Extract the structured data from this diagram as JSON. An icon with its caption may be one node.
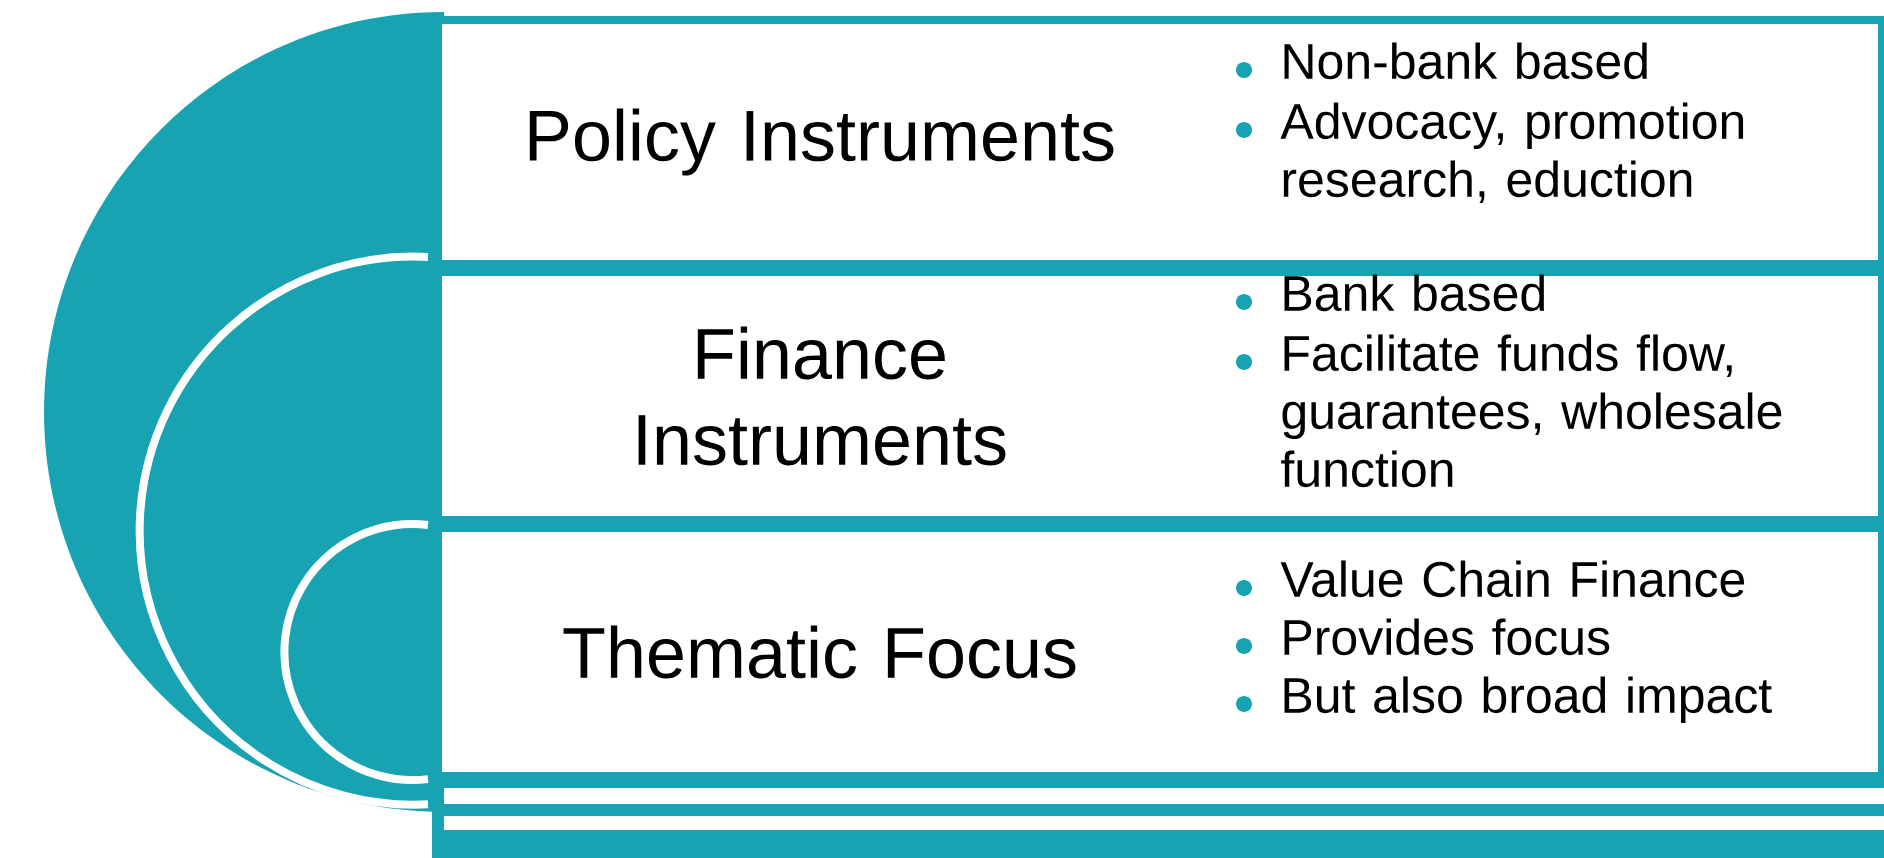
{
  "diagram": {
    "nodes": [
      {
        "text": [
          "Policy Instruments",
          "Non-bank based",
          "Advocacy, promotion research, eduction"
        ]
      },
      {
        "text": [
          "Finance Instruments",
          "Bank based",
          "Facilitate funds flow, guarantees, wholesale function"
        ]
      },
      {
        "text": [
          "Thematic Focus",
          "Value Chain Finance",
          "Provides focus",
          "But also broad impact"
        ]
      }
    ]
  }
}
